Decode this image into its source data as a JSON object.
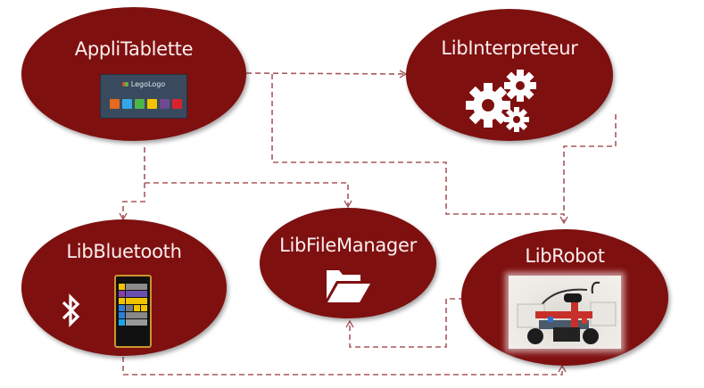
{
  "diagram": {
    "title": "Software architecture modules",
    "colors": {
      "node_fill": "#7f1010",
      "node_text": "#fbeeee",
      "connector": "#a8585c",
      "background": "#ffffff"
    },
    "nodes": [
      {
        "id": "appli-tablette",
        "label": "AppliTablette",
        "icon": "tablet-app-screenshot-icon",
        "icon_caption": "LegoLogo"
      },
      {
        "id": "lib-interpreteur",
        "label": "LibInterpreteur",
        "icon": "gears-icon"
      },
      {
        "id": "lib-bluetooth",
        "label": "LibBluetooth",
        "icon": "bluetooth-icon",
        "icon2": "smartphone-icon"
      },
      {
        "id": "lib-file-manager",
        "label": "LibFileManager",
        "icon": "open-folder-icon"
      },
      {
        "id": "lib-robot",
        "label": "LibRobot",
        "icon": "lego-robot-photo"
      }
    ],
    "edges": [
      {
        "from": "appli-tablette",
        "to": "lib-interpreteur",
        "style": "dashed",
        "arrow": "end"
      },
      {
        "from": "appli-tablette",
        "to": "lib-robot",
        "style": "dashed",
        "arrow": "end"
      },
      {
        "from": "appli-tablette",
        "to": "lib-bluetooth",
        "style": "dashed",
        "arrow": "end"
      },
      {
        "from": "appli-tablette",
        "to": "lib-file-manager",
        "style": "dashed",
        "arrow": "end"
      },
      {
        "from": "lib-interpreteur",
        "to": "lib-robot",
        "style": "dashed",
        "arrow": "end"
      },
      {
        "from": "lib-robot",
        "to": "lib-file-manager",
        "style": "dashed",
        "arrow": "end"
      },
      {
        "from": "lib-bluetooth",
        "to": "lib-robot",
        "style": "dashed",
        "arrow": "end"
      }
    ]
  }
}
